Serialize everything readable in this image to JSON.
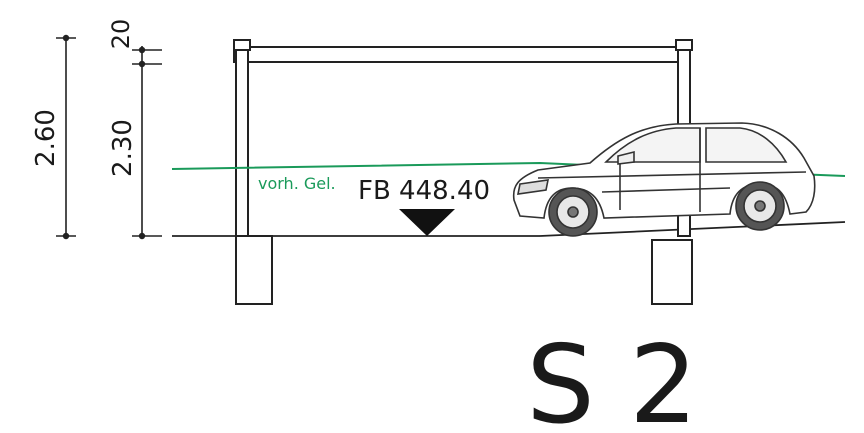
{
  "dimensions": {
    "total_height": "2.60",
    "clear_height": "2.30",
    "roof_thickness": "20"
  },
  "terrain": {
    "label": "vorh. Gel.",
    "color": "#1a9a5a"
  },
  "floor": {
    "label": "FB 448.40"
  },
  "section": {
    "label": "S 2"
  },
  "icons": {
    "level_marker": "level-triangle-icon",
    "car": "car-icon"
  }
}
